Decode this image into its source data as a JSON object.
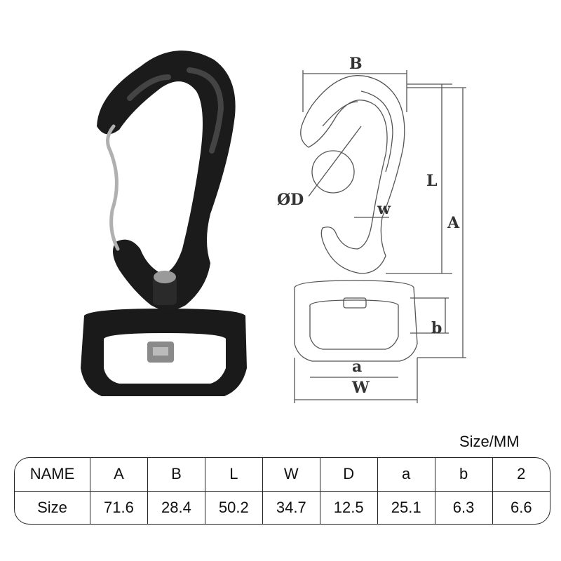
{
  "diagram_labels": {
    "B": "B",
    "L": "L",
    "A": "A",
    "D": "ØD",
    "w": "w",
    "b": "b",
    "a": "a",
    "W": "W"
  },
  "unit_label": "Size/MM",
  "table": {
    "header": [
      "NAME",
      "A",
      "B",
      "L",
      "W",
      "D",
      "a",
      "b",
      "2"
    ],
    "row": [
      "Size",
      "71.6",
      "28.4",
      "50.2",
      "34.7",
      "12.5",
      "25.1",
      "6.3",
      "6.6"
    ]
  }
}
